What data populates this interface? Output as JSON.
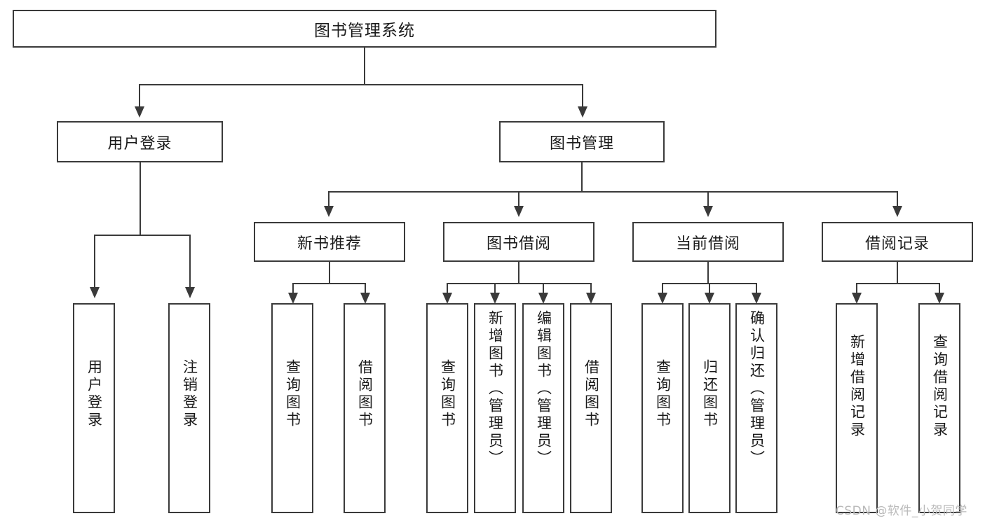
{
  "diagram": {
    "type": "tree",
    "title": "图书管理系统",
    "orientation": "top-down",
    "colors": {
      "box_border": "#3a3a3a",
      "box_fill": "#ffffff",
      "connector": "#3a3a3a",
      "text": "#1a1a1a",
      "background": "#ffffff",
      "watermark": "#b9b9b9"
    }
  },
  "root": {
    "label": "图书管理系统"
  },
  "level2": [
    {
      "label": "用户登录"
    },
    {
      "label": "图书管理"
    }
  ],
  "level3": [
    {
      "label": "新书推荐"
    },
    {
      "label": "图书借阅"
    },
    {
      "label": "当前借阅"
    },
    {
      "label": "借阅记录"
    }
  ],
  "leaves": {
    "user_login": [
      {
        "label": "用户登录"
      },
      {
        "label": "注销登录"
      }
    ],
    "new_book_recommend": [
      {
        "label": "查询图书"
      },
      {
        "label": "借阅图书"
      }
    ],
    "book_borrow": [
      {
        "label": "查询图书"
      },
      {
        "label": "新增图书（管理员）"
      },
      {
        "label": "编辑图书（管理员）"
      },
      {
        "label": "借阅图书"
      }
    ],
    "current_borrow": [
      {
        "label": "查询图书"
      },
      {
        "label": "归还图书"
      },
      {
        "label": "确认归还（管理员）"
      }
    ],
    "borrow_record": [
      {
        "label": "新增借阅记录"
      },
      {
        "label": "查询借阅记录"
      }
    ]
  },
  "watermark": {
    "text": "CSDN @软件_小贺同学"
  }
}
